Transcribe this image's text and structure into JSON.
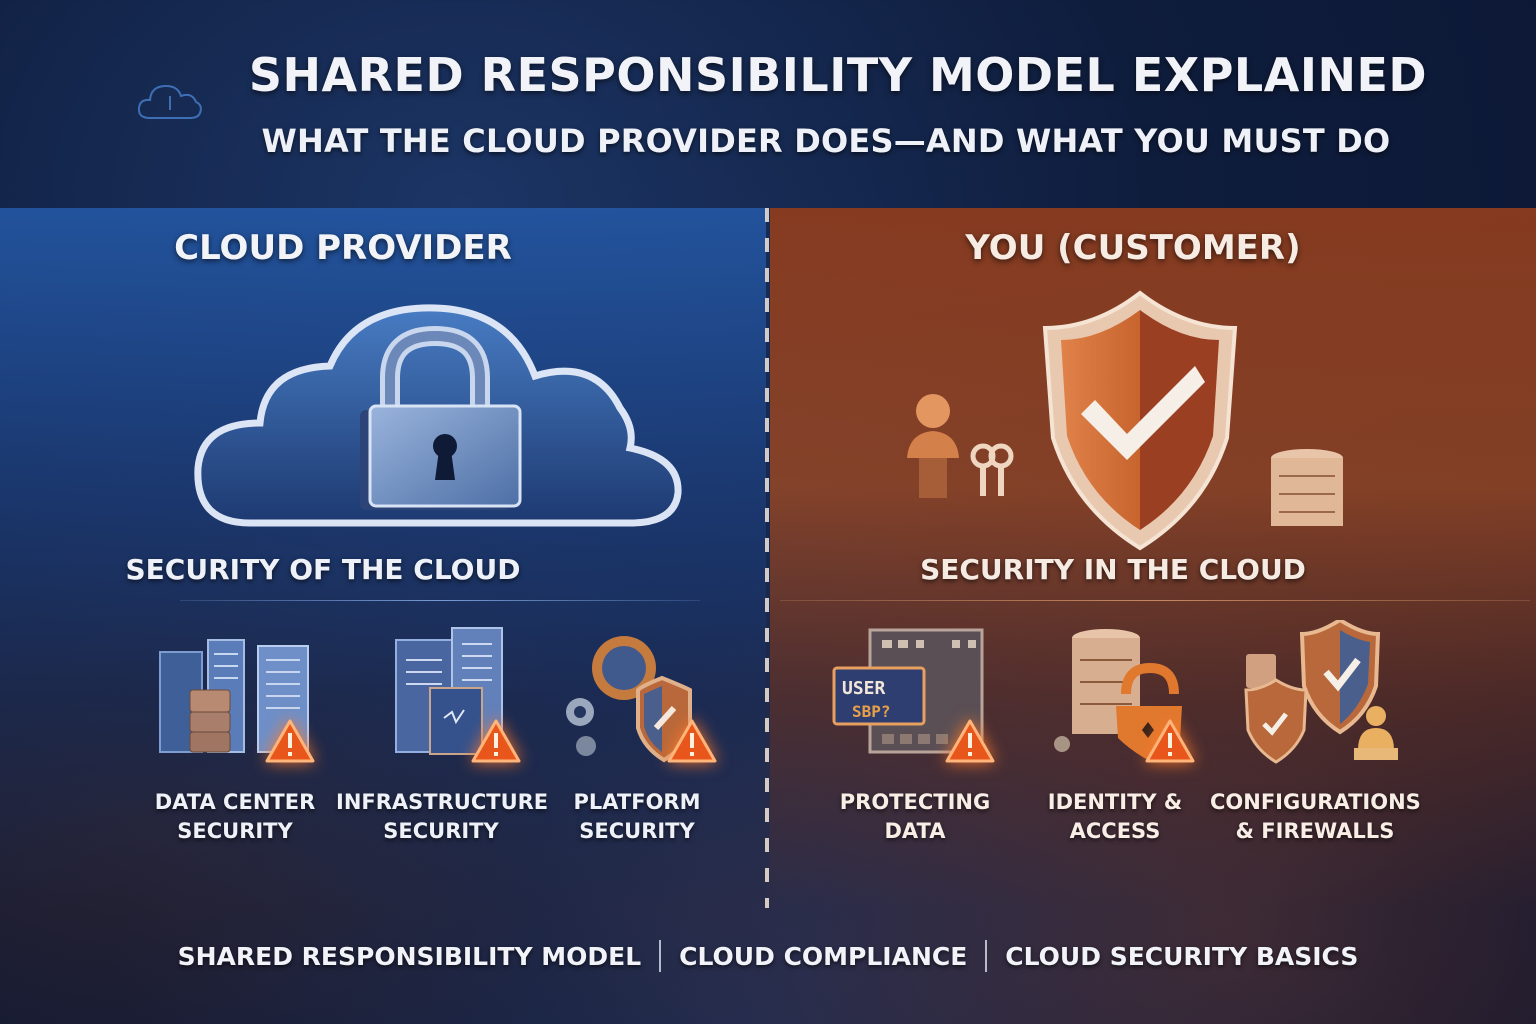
{
  "header": {
    "title": "SHARED RESPONSIBILITY MODEL EXPLAINED",
    "subtitle": "WHAT THE CLOUD PROVIDER DOES—AND WHAT YOU MUST DO"
  },
  "colors": {
    "provider_blue": "#2a5aa6",
    "customer_orange": "#b4542a",
    "warning_orange": "#f06a22",
    "background_navy": "#0f1d3d",
    "text_white": "#f1f3f8"
  },
  "provider": {
    "title": "CLOUD PROVIDER",
    "hero_icon": "cloud-padlock-icon",
    "section_label": "SECURITY OF THE CLOUD",
    "items": [
      {
        "label": "DATA CENTER\nSECURITY",
        "icon": "data-center-servers-icon",
        "badge": "warning-icon"
      },
      {
        "label": "INFRASTRUCTURE\nSECURITY",
        "icon": "infrastructure-rack-icon",
        "badge": "warning-icon"
      },
      {
        "label": "PLATFORM\nSECURITY",
        "icon": "gear-shield-icon",
        "badge": "warning-icon"
      }
    ]
  },
  "customer": {
    "title": "YOU (CUSTOMER)",
    "hero_icon": "shield-checkmark-icon",
    "section_label": "SECURITY IN THE CLOUD",
    "items": [
      {
        "label": "PROTECTING\nDATA",
        "icon": "user-data-card-icon",
        "badge": "warning-icon",
        "card_text_1": "USER",
        "card_text_2": "SBP?"
      },
      {
        "label": "IDENTITY &\nACCESS",
        "icon": "database-lock-icon",
        "badge": "warning-icon"
      },
      {
        "label": "CONFIGURATIONS\n& FIREWALLS",
        "icon": "firewall-shields-icon"
      }
    ]
  },
  "footer": {
    "items": [
      "SHARED RESPONSIBILITY MODEL",
      "CLOUD COMPLIANCE",
      "CLOUD SECURITY BASICS"
    ]
  }
}
